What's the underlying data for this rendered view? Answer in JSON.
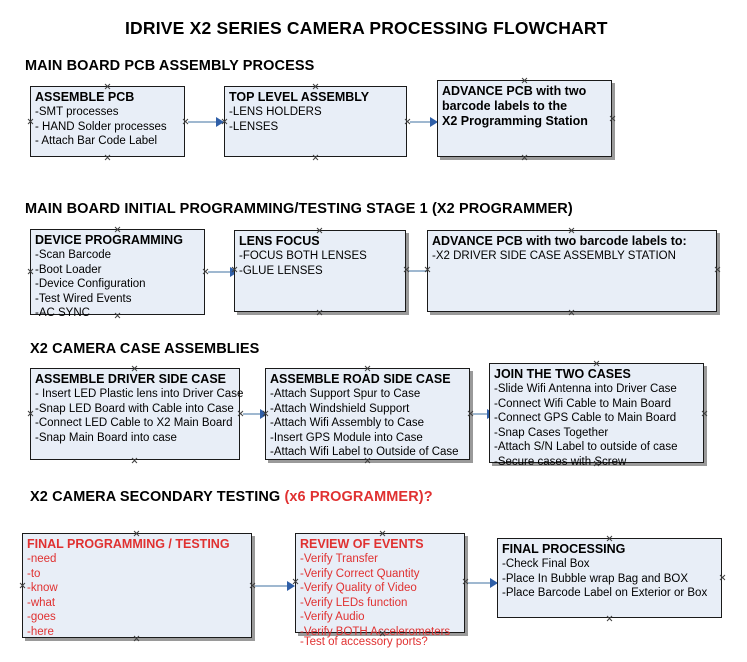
{
  "document": {
    "title": "IDRIVE X2  SERIES CAMERA PROCESSING FLOWCHART"
  },
  "colors": {
    "node_fill": "#e8eef7",
    "node_border": "#1a1a1a",
    "accent_red": "#e03131",
    "arrow_head": "#2f5fa8",
    "arrow_shaft": "#9fb8d0"
  },
  "sections": [
    {
      "id": "main-board-pcb-assembly",
      "heading": "MAIN BOARD PCB ASSEMBLY PROCESS",
      "heading_accent": "",
      "nodes": [
        {
          "id": "assemble-pcb",
          "title": "ASSEMBLE PCB",
          "lines": [
            "-SMT processes",
            "- HAND Solder processes",
            "- Attach Bar Code Label"
          ]
        },
        {
          "id": "top-level-assembly",
          "title": "TOP LEVEL ASSEMBLY",
          "lines": [
            "-LENS HOLDERS",
            "-LENSES"
          ]
        },
        {
          "id": "advance-pcb-to-programming-station",
          "title": "ADVANCE PCB with two",
          "lines": [
            "barcode labels to the",
            " X2 Programming Station"
          ]
        }
      ]
    },
    {
      "id": "main-board-initial-programming",
      "heading": "MAIN BOARD INITIAL PROGRAMMING/TESTING STAGE 1 (X2 PROGRAMMER)",
      "heading_accent": "",
      "nodes": [
        {
          "id": "device-programming",
          "title": "DEVICE PROGRAMMING",
          "lines": [
            "-Scan Barcode",
            "-Boot Loader",
            "-Device Configuration",
            "-Test Wired Events",
            "-AC SYNC"
          ]
        },
        {
          "id": "lens-focus",
          "title": "LENS FOCUS",
          "lines": [
            "-FOCUS BOTH LENSES",
            "-GLUE LENSES"
          ]
        },
        {
          "id": "advance-pcb-to-driver-side-case",
          "title": "ADVANCE PCB with two barcode labels to:",
          "lines": [
            "-X2 DRIVER  SIDE  CASE  ASSEMBLY STATION"
          ]
        }
      ]
    },
    {
      "id": "x2-camera-case-assemblies",
      "heading": "X2 CAMERA CASE ASSEMBLIES",
      "heading_accent": "",
      "nodes": [
        {
          "id": "assemble-driver-side-case",
          "title": "ASSEMBLE DRIVER SIDE CASE",
          "lines": [
            "- Insert LED Plastic lens into Driver Case",
            "-Snap LED Board with Cable into Case",
            "-Connect LED Cable to X2 Main Board",
            "-Snap Main Board into case"
          ]
        },
        {
          "id": "assemble-road-side-case",
          "title": "ASSEMBLE ROAD SIDE CASE",
          "lines": [
            "-Attach Support Spur to Case",
            "-Attach Windshield Support",
            "-Attach Wifi Assembly to Case",
            "-Insert GPS Module into Case",
            "-Attach Wifi Label to Outside of Case"
          ]
        },
        {
          "id": "join-the-two-cases",
          "title": "JOIN THE TWO CASES",
          "lines": [
            "-Slide Wifi Antenna into Driver Case",
            "-Connect Wifi Cable to Main Board",
            "-Connect GPS Cable to Main Board",
            "-Snap Cases Together",
            "-Attach S/N Label to outside of case",
            "-Secure cases with Screw"
          ]
        }
      ]
    },
    {
      "id": "x2-camera-secondary-testing",
      "heading": "X2 CAMERA SECONDARY TESTING ",
      "heading_accent": "(x6 PROGRAMMER)?",
      "nodes": [
        {
          "id": "final-programming-testing",
          "title": "FINAL PROGRAMMING / TESTING",
          "lines": [
            "-need",
            "-to",
            "-know",
            "-what",
            "-goes",
            "-here"
          ]
        },
        {
          "id": "review-of-events",
          "title": "REVIEW OF EVENTS",
          "lines": [
            "-Verify Transfer",
            "-Verify Correct Quantity",
            "-Verify Quality of Video",
            "-Verify LEDs function",
            "-Verify Audio",
            "-Verify BOTH Accelerometers"
          ],
          "overflow_line": "-Test of accessory ports?"
        },
        {
          "id": "final-processing",
          "title": "FINAL PROCESSING",
          "lines": [
            " -Check Final Box",
            "-Place In Bubble wrap Bag and BOX",
            "-Place Barcode Label on Exterior or Box"
          ]
        }
      ]
    }
  ]
}
